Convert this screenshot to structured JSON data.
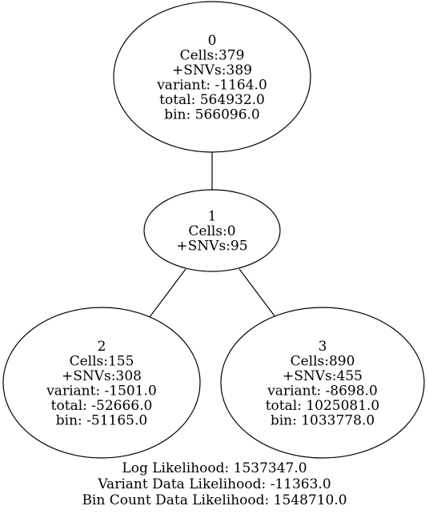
{
  "tree": {
    "nodes": [
      {
        "id": "0",
        "lines": [
          "0",
          "Cells:379",
          "+SNVs:389",
          "variant: -1164.0",
          "total: 564932.0",
          "bin: 566096.0"
        ]
      },
      {
        "id": "1",
        "lines": [
          "1",
          "Cells:0",
          "+SNVs:95"
        ]
      },
      {
        "id": "2",
        "lines": [
          "2",
          "Cells:155",
          "+SNVs:308",
          "variant: -1501.0",
          "total: -52666.0",
          "bin: -51165.0"
        ]
      },
      {
        "id": "3",
        "lines": [
          "3",
          "Cells:890",
          "+SNVs:455",
          "variant: -8698.0",
          "total: 1025081.0",
          "bin: 1033778.0"
        ]
      }
    ],
    "edges": [
      {
        "from": "0",
        "to": "1"
      },
      {
        "from": "1",
        "to": "2"
      },
      {
        "from": "1",
        "to": "3"
      }
    ]
  },
  "footer": {
    "log_likelihood": "Log Likelihood: 1537347.0",
    "variant_likelihood": "Variant Data Likelihood: -11363.0",
    "bin_count_likelihood": "Bin Count Data Likelihood: 1548710.0"
  }
}
